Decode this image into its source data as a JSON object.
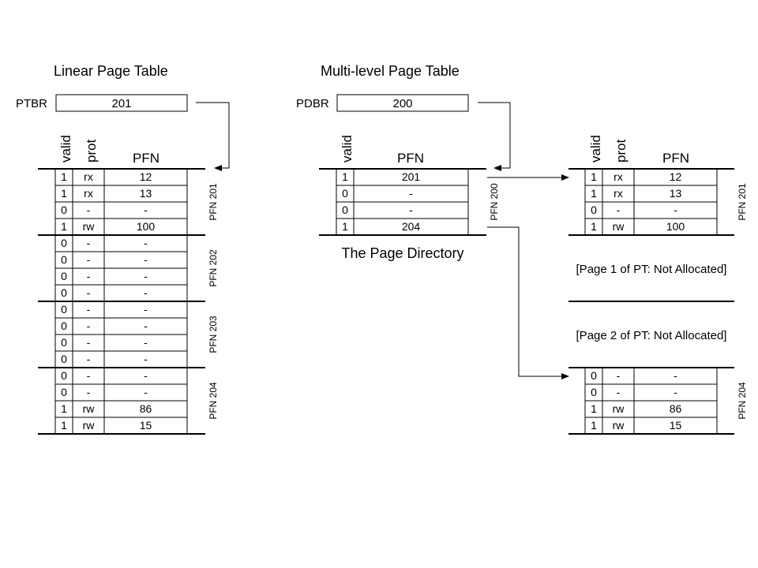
{
  "linear": {
    "title": "Linear Page Table",
    "register_label": "PTBR",
    "register_value": "201",
    "headers": {
      "valid": "valid",
      "prot": "prot",
      "pfn": "PFN"
    },
    "groups": [
      {
        "label": "PFN 201",
        "rows": [
          [
            "1",
            "rx",
            "12"
          ],
          [
            "1",
            "rx",
            "13"
          ],
          [
            "0",
            "-",
            "-"
          ],
          [
            "1",
            "rw",
            "100"
          ]
        ]
      },
      {
        "label": "PFN 202",
        "rows": [
          [
            "0",
            "-",
            "-"
          ],
          [
            "0",
            "-",
            "-"
          ],
          [
            "0",
            "-",
            "-"
          ],
          [
            "0",
            "-",
            "-"
          ]
        ]
      },
      {
        "label": "PFN 203",
        "rows": [
          [
            "0",
            "-",
            "-"
          ],
          [
            "0",
            "-",
            "-"
          ],
          [
            "0",
            "-",
            "-"
          ],
          [
            "0",
            "-",
            "-"
          ]
        ]
      },
      {
        "label": "PFN 204",
        "rows": [
          [
            "0",
            "-",
            "-"
          ],
          [
            "0",
            "-",
            "-"
          ],
          [
            "1",
            "rw",
            "86"
          ],
          [
            "1",
            "rw",
            "15"
          ]
        ]
      }
    ]
  },
  "multilevel": {
    "title": "Multi-level Page Table",
    "register_label": "PDBR",
    "register_value": "200",
    "directory": {
      "headers": {
        "valid": "valid",
        "pfn": "PFN"
      },
      "label": "PFN 200",
      "caption": "The Page Directory",
      "rows": [
        [
          "1",
          "201"
        ],
        [
          "0",
          "-"
        ],
        [
          "0",
          "-"
        ],
        [
          "1",
          "204"
        ]
      ]
    },
    "pages": [
      {
        "label": "PFN 201",
        "headers": {
          "valid": "valid",
          "prot": "prot",
          "pfn": "PFN"
        },
        "rows": [
          [
            "1",
            "rx",
            "12"
          ],
          [
            "1",
            "rx",
            "13"
          ],
          [
            "0",
            "-",
            "-"
          ],
          [
            "1",
            "rw",
            "100"
          ]
        ]
      },
      {
        "label": "PFN 204",
        "rows": [
          [
            "0",
            "-",
            "-"
          ],
          [
            "0",
            "-",
            "-"
          ],
          [
            "1",
            "rw",
            "86"
          ],
          [
            "1",
            "rw",
            "15"
          ]
        ]
      }
    ],
    "not_allocated": [
      "[Page 1 of PT: Not Allocated]",
      "[Page 2 of PT: Not Allocated]"
    ]
  },
  "colors": {
    "line": "#000000",
    "background": "#ffffff"
  }
}
